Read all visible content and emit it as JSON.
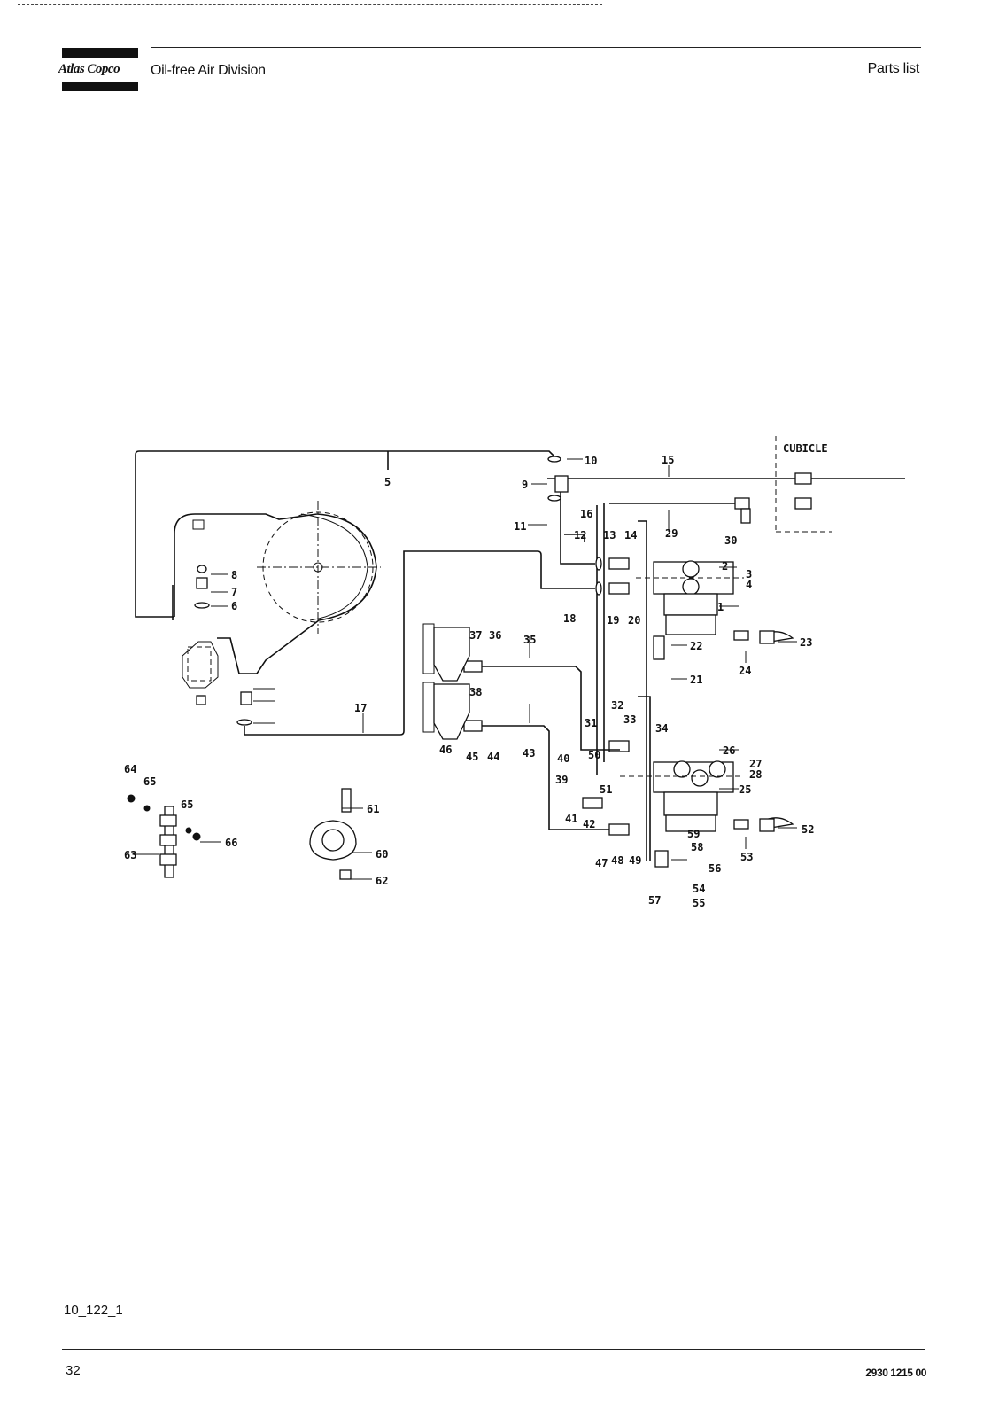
{
  "header": {
    "brand": "Atlas Copco",
    "division": "Oil-free Air Division",
    "section": "Parts list"
  },
  "diagram": {
    "cubicle_label": "CUBICLE",
    "callouts": [
      "1",
      "2",
      "3",
      "4",
      "5",
      "6",
      "7",
      "8",
      "9",
      "10",
      "11",
      "12",
      "13",
      "14",
      "15",
      "16",
      "17",
      "18",
      "19",
      "20",
      "21",
      "22",
      "23",
      "24",
      "25",
      "26",
      "27",
      "28",
      "29",
      "30",
      "31",
      "32",
      "33",
      "34",
      "35",
      "36",
      "37",
      "38",
      "39",
      "40",
      "41",
      "42",
      "43",
      "44",
      "45",
      "46",
      "47",
      "48",
      "49",
      "50",
      "51",
      "52",
      "53",
      "54",
      "55",
      "56",
      "57",
      "58",
      "59",
      "60",
      "61",
      "62",
      "63",
      "64",
      "65",
      "66"
    ]
  },
  "footer": {
    "figure_id": "10_122_1",
    "page": "32",
    "document_number": "2930 1215 00"
  }
}
